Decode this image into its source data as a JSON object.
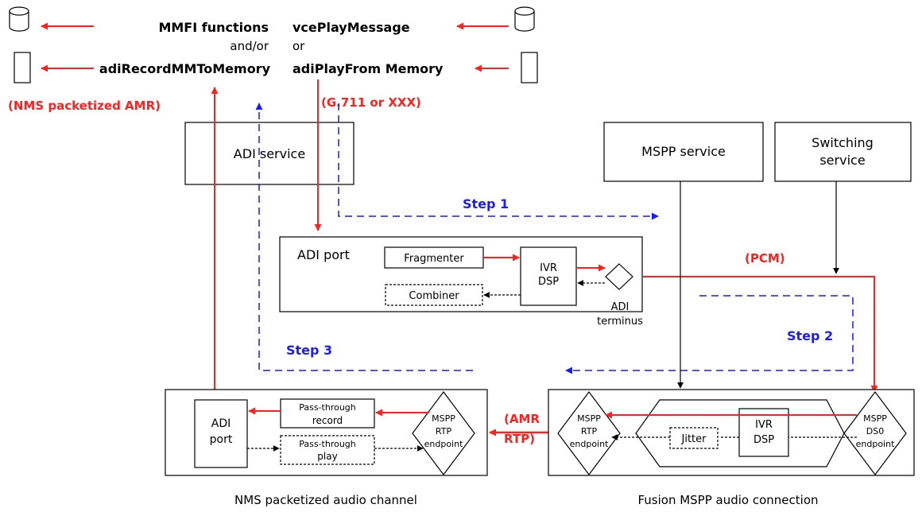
{
  "top": {
    "mmfi": "MMFI functions",
    "andor": "and/or",
    "adi_record": "adiRecordMMToMemory",
    "vce_play": "vcePlayMessage",
    "or": "or",
    "adi_play": "adiPlayFrom Memory",
    "nms_amr": "(NMS packetized AMR)",
    "g711": "(G.711 or XXX)"
  },
  "services": {
    "adi": "ADI service",
    "mspp": "MSPP service",
    "switching_line1": "Switching",
    "switching_line2": "service"
  },
  "steps": {
    "step1": "Step 1",
    "step2": "Step 2",
    "step3": "Step 3"
  },
  "adi_port_box": {
    "title": "ADI port",
    "fragmenter": "Fragmenter",
    "combiner": "Combiner",
    "ivr_line1": "IVR",
    "ivr_line2": "DSP",
    "terminus_line1": "ADI",
    "terminus_line2": "terminus"
  },
  "pcm": "(PCM)",
  "amr_rtp_line1": "(AMR",
  "amr_rtp_line2": "RTP)",
  "nms_channel": {
    "caption": "NMS packetized audio channel",
    "adi_line1": "ADI",
    "adi_line2": "port",
    "pt_record_line1": "Pass-through",
    "pt_record_line2": "record",
    "pt_play_line1": "Pass-through",
    "pt_play_line2": "play",
    "rtp_line1": "MSPP",
    "rtp_line2": "RTP",
    "rtp_line3": "endpoint"
  },
  "fusion": {
    "caption": "Fusion MSPP audio connection",
    "rtp_line1": "MSPP",
    "rtp_line2": "RTP",
    "rtp_line3": "endpoint",
    "jitter": "Jitter",
    "ivr_line1": "IVR",
    "ivr_line2": "DSP",
    "ds0_line1": "MSPP",
    "ds0_line2": "DS0",
    "ds0_line3": "endpoint"
  },
  "colors": {
    "red": "#ff2020",
    "blue": "#1c1cf0",
    "black": "#000000"
  },
  "icons": [
    "database-icon",
    "memory-buffer-icon"
  ]
}
